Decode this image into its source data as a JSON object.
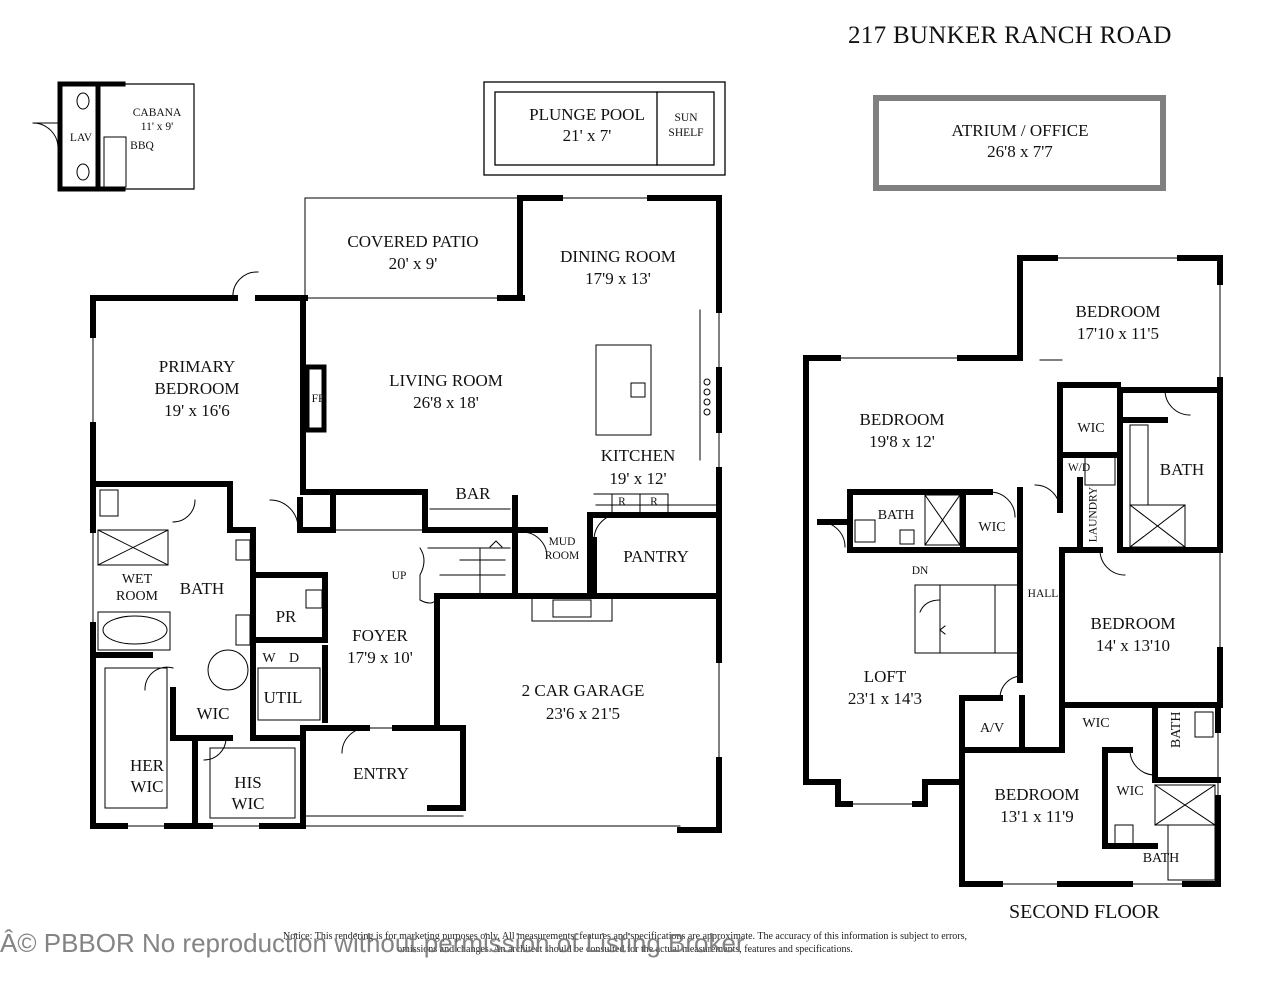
{
  "title": "217 BUNKER RANCH ROAD",
  "second_floor_label": "SECOND FLOOR",
  "notice": "Notice: This rendering is for marketing purposes only. All measurements, features and specifications are approximate. The accuracy of this information is subject to errors, omissions and changes. An architect should be consulted for the actual measurements, features and specifications.",
  "watermark": "Â© PBBOR No reproduction without permission of Listing Broker",
  "cabana": {
    "lav": "LAV",
    "name": "CABANA",
    "dims": "11' x 9'",
    "bbq": "BBQ"
  },
  "pool": {
    "name": "PLUNGE POOL",
    "dims": "21' x 7'",
    "sun_shelf_line1": "SUN",
    "sun_shelf_line2": "SHELF"
  },
  "atrium": {
    "name": "ATRIUM / OFFICE",
    "dims": "26'8 x 7'7"
  },
  "first_floor": {
    "covered_patio": {
      "name": "COVERED PATIO",
      "dims": "20' x 9'"
    },
    "dining_room": {
      "name": "DINING ROOM",
      "dims": "17'9 x 13'"
    },
    "primary_bedroom": {
      "line1": "PRIMARY",
      "line2": "BEDROOM",
      "dims": "19' x 16'6"
    },
    "fp": "FP",
    "living_room": {
      "name": "LIVING ROOM",
      "dims": "26'8 x 18'"
    },
    "kitchen": {
      "name": "KITCHEN",
      "dims": "19' x 12'"
    },
    "fridge_r1": "R",
    "fridge_r2": "R",
    "bar": "BAR",
    "mud_room_line1": "MUD",
    "mud_room_line2": "ROOM",
    "pantry": "PANTRY",
    "wet_room_line1": "WET",
    "wet_room_line2": "ROOM",
    "bath": "BATH",
    "pr": "PR",
    "up": "UP",
    "foyer": {
      "name": "FOYER",
      "dims": "17'9 x 10'"
    },
    "garage": {
      "name": "2 CAR GARAGE",
      "dims": "23'6 x 21'5"
    },
    "w": "W",
    "d": "D",
    "util": "UTIL",
    "wic": "WIC",
    "her_wic_line1": "HER",
    "her_wic_line2": "WIC",
    "his_wic_line1": "HIS",
    "his_wic_line2": "WIC",
    "entry": "ENTRY"
  },
  "second_floor": {
    "bedroom_ne": {
      "name": "BEDROOM",
      "dims": "17'10 x 11'5"
    },
    "bedroom_w": {
      "name": "BEDROOM",
      "dims": "19'8 x 12'"
    },
    "wic_ne": "WIC",
    "bath_ne": "BATH",
    "wd": "W/D",
    "laundry": "LAUNDRY",
    "bath_w": "BATH",
    "wic_w": "WIC",
    "dn": "DN",
    "hall": "HALL",
    "bedroom_e": {
      "name": "BEDROOM",
      "dims": "14' x 13'10"
    },
    "loft": {
      "name": "LOFT",
      "dims": "23'1 x 14'3"
    },
    "av": "A/V",
    "wic_e": "WIC",
    "bath_e": "BATH",
    "bedroom_s": {
      "name": "BEDROOM",
      "dims": "13'1 x 11'9"
    },
    "wic_s": "WIC",
    "bath_s": "BATH"
  }
}
